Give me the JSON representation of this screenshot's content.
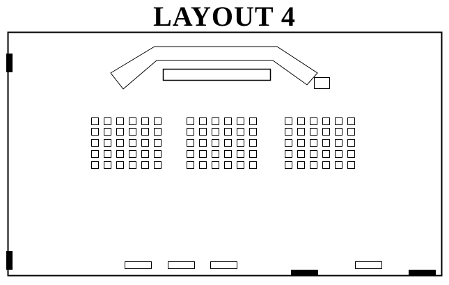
{
  "title": "LAYOUT 4",
  "colors": {
    "stroke": "#000000",
    "fill": "#ffffff",
    "solid": "#000000"
  },
  "seating": {
    "block_count": 3,
    "rows_per_block": 5,
    "seats_per_row": 6
  }
}
